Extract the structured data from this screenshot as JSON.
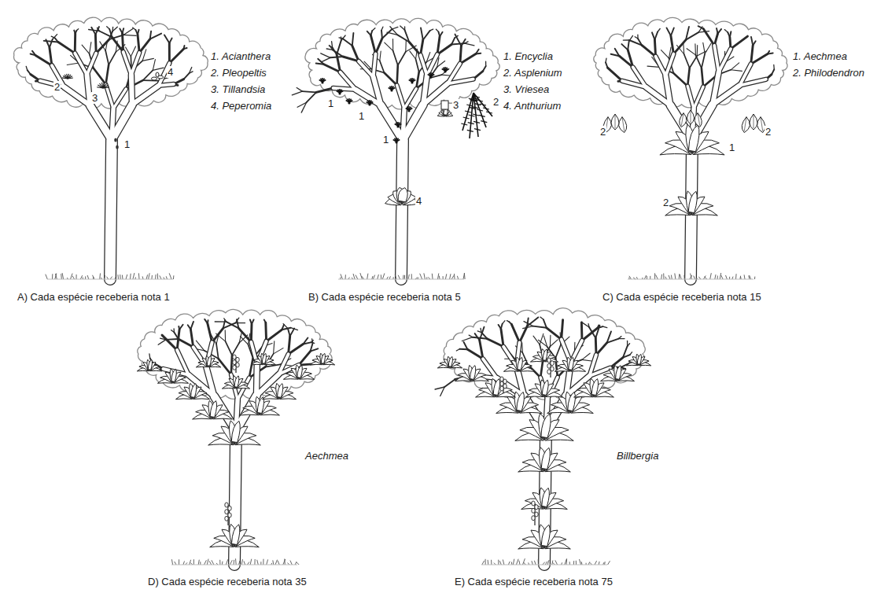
{
  "diagram": {
    "labels": [
      "2",
      "3",
      "4",
      "1",
      "1. Acianthera",
      "2. Pleopeltis",
      "3. Tillandsia",
      "4. Peperomia",
      "A) Cada espécie receberia nota 1",
      "1",
      "1",
      "1",
      "3",
      "2",
      "4",
      "1. Encyclia",
      "2. Asplenium",
      "3. Vriesea",
      "4. Anthurium",
      "B) Cada espécie receberia nota 5",
      "2",
      "2",
      "1",
      "2",
      "1. Aechmea",
      "2. Philodendron",
      "C) Cada espécie receberia nota 15",
      "Aechmea",
      "D) Cada espécie receberia nota 35",
      "Billbergia",
      "E) Cada espécie receberia nota 75"
    ]
  }
}
